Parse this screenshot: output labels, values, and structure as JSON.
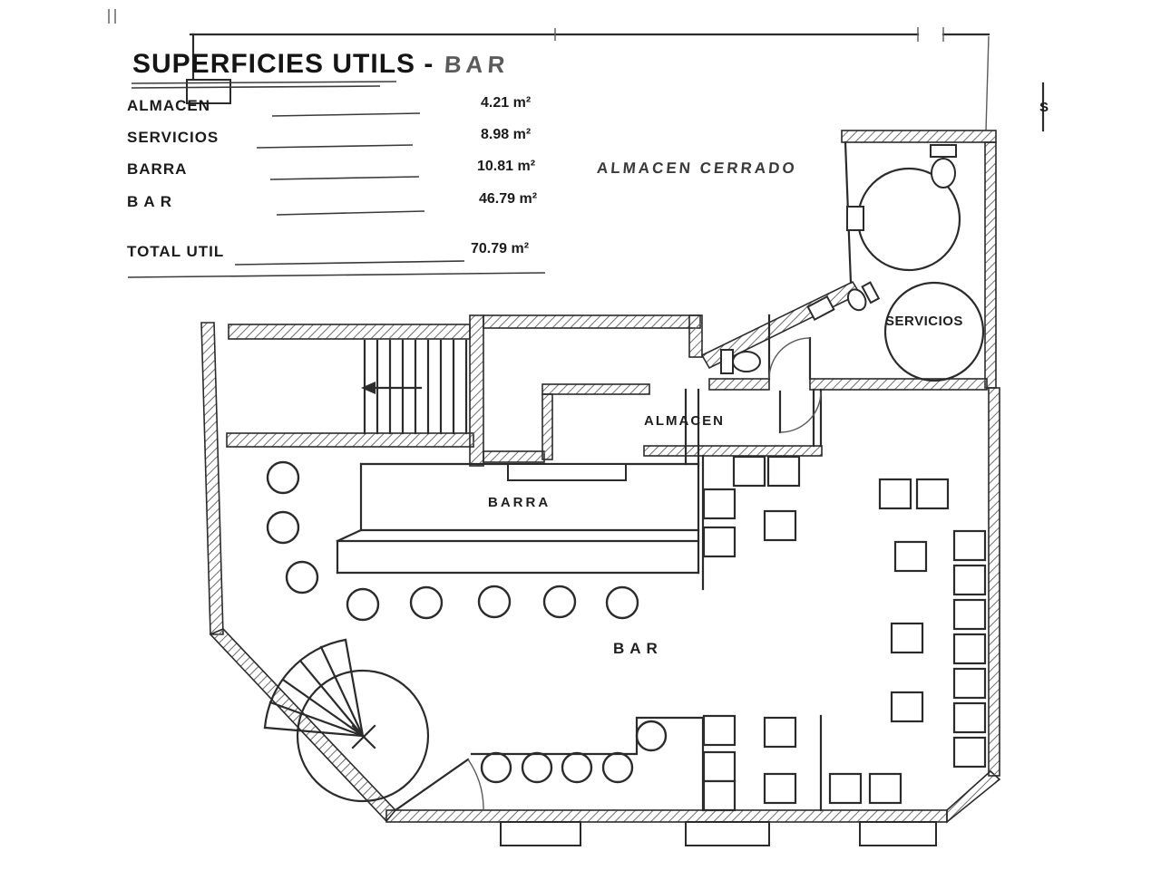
{
  "title": {
    "main": "SUPERFICIES UTILS -",
    "suffix": "BAR"
  },
  "legend": {
    "rows": [
      {
        "label": "ALMACEN",
        "value": "4.21 m²"
      },
      {
        "label": "SERVICIOS",
        "value": "8.98 m²"
      },
      {
        "label": "BARRA",
        "value": "10.81 m²"
      },
      {
        "label": "B A R",
        "value": "46.79 m²"
      }
    ],
    "total": {
      "label": "TOTAL UTIL",
      "value": "70.79 m²"
    }
  },
  "plan_labels": {
    "almacen_cerrado": "ALMACEN CERRADO",
    "servicios": "SERVICIOS",
    "almacen": "ALMACEN",
    "barra": "BARRA",
    "bar": "BAR",
    "edge_s": "S"
  },
  "colors": {
    "ink": "#2b2b2b",
    "paper": "#ffffff"
  }
}
